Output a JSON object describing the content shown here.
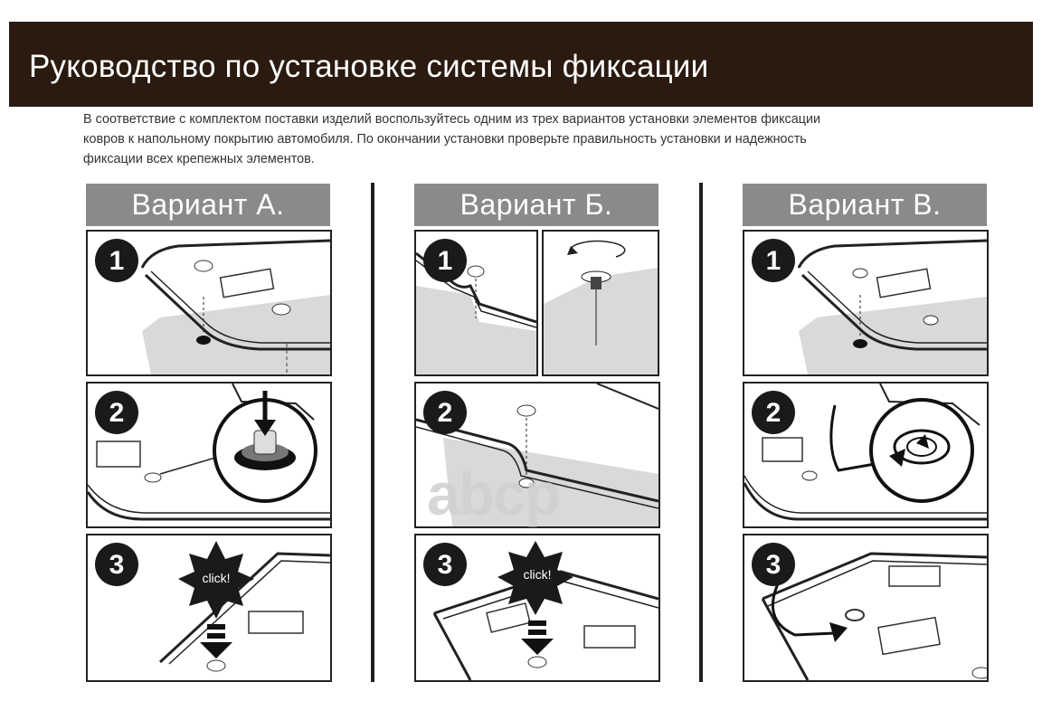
{
  "header": {
    "title": "Руководство по установке системы фиксации"
  },
  "intro": {
    "line1": "В соответствие с комплектом поставки изделий воспользуйтесь одним из трех вариантов установки элементов фиксации",
    "line2": "ковров к напольному покрытию автомобиля. По окончании установки проверьте правильность установки и надежность",
    "line3": "фиксации всех крепежных элементов."
  },
  "variants": [
    {
      "label": "Вариант А."
    },
    {
      "label": "Вариант Б."
    },
    {
      "label": "Вариант В."
    }
  ],
  "steps": {
    "one": "1",
    "two": "2",
    "three": "3"
  },
  "click_label": "click!",
  "watermark": "abcp",
  "colors": {
    "title_bg": "#2a1a0f",
    "header_bg": "#8a8a8a",
    "floor_fill": "#d9d9dc"
  }
}
